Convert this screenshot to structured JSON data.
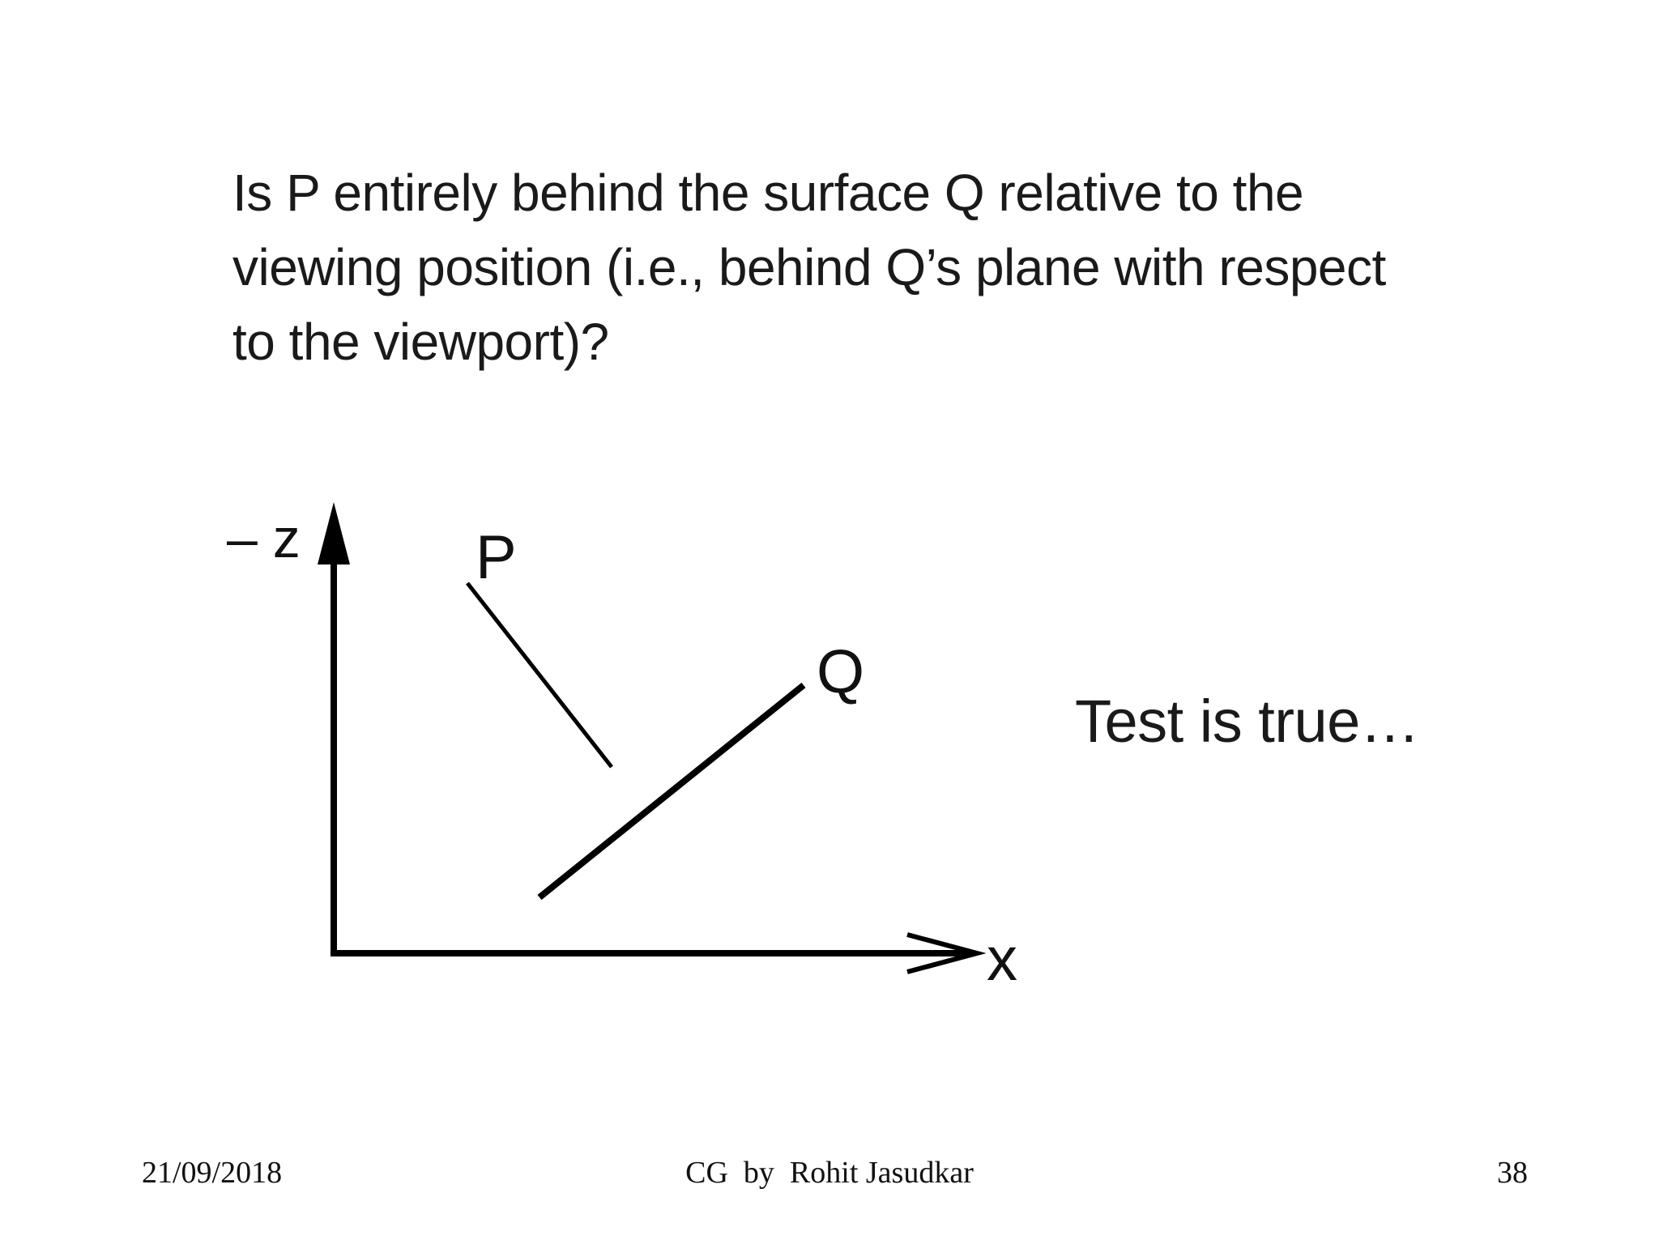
{
  "slide": {
    "question_lines": [
      "Is P entirely behind the surface Q relative to the",
      "viewing position (i.e., behind Q’s plane with respect",
      "to the viewport)?"
    ],
    "result_text": "Test is true…"
  },
  "diagram": {
    "z_axis_label": "– z",
    "x_axis_label": "x",
    "surface_p_label": "P",
    "surface_q_label": "Q",
    "line_color": "#000000"
  },
  "footer": {
    "date": "21/09/2018",
    "title": "CG  by  Rohit Jasudkar",
    "page_number": "38"
  }
}
